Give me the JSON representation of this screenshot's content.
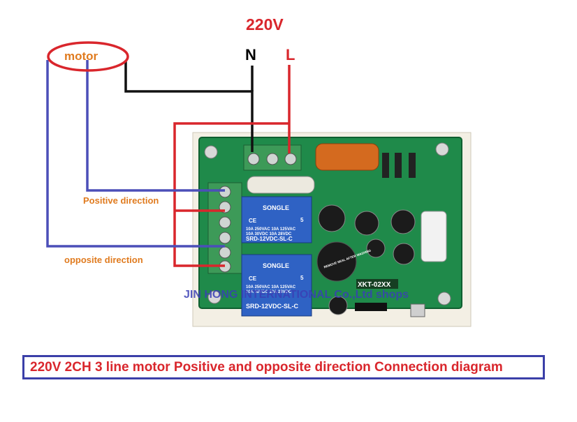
{
  "voltage_label": "220V",
  "neutral_label": "N",
  "live_label": "L",
  "motor_label": "motor",
  "positive_label": "Positive direction",
  "opposite_label": "opposite direction",
  "board": {
    "relay_brand": "SONGLE",
    "relay_rating_1": "10A 250VAC  10A 125VAC",
    "relay_rating_2": "10A  30VDC  10A  28VDC",
    "relay_model": "SRD-12VDC-SL-C",
    "relay_ce": "CE",
    "relay_pin": "5",
    "board_model": "XKT-02XX",
    "buzzer_text": "REMOVE SEAL AFTER WASHING"
  },
  "watermark": "JIN HONG INTERNATIONAL Co.,Ltd shops",
  "caption": "220V 2CH 3 line motor Positive and opposite direction Connection diagram",
  "colors": {
    "red": "#d9262c",
    "blue": "#4b4fb8",
    "black": "#111111",
    "orange": "#e07b1f",
    "pcb_green": "#1f8a4a",
    "relay_blue": "#2f62c4",
    "terminal_green": "#3d9a58"
  }
}
